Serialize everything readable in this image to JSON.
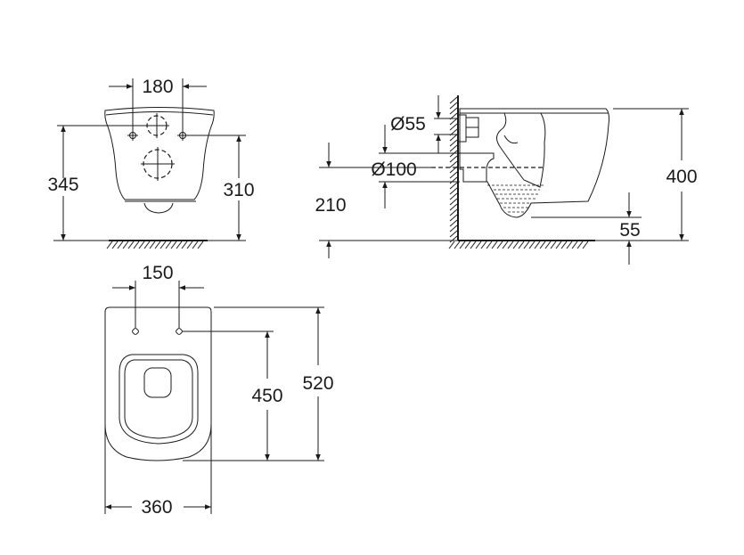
{
  "front_view": {
    "dim_width_fixings": "180",
    "dim_height_total": "345",
    "dim_height_fixings": "310"
  },
  "side_view": {
    "dim_outlet_diameter": "Ø55",
    "dim_waste_diameter": "Ø100",
    "dim_waste_height": "210",
    "dim_total_height": "400",
    "dim_bottom": "55"
  },
  "top_view": {
    "dim_fixings_spacing": "150",
    "dim_fixing_depth": "450",
    "dim_total_depth": "520",
    "dim_width": "360"
  },
  "colors": {
    "line": "#1a1a1a",
    "background": "#ffffff"
  }
}
